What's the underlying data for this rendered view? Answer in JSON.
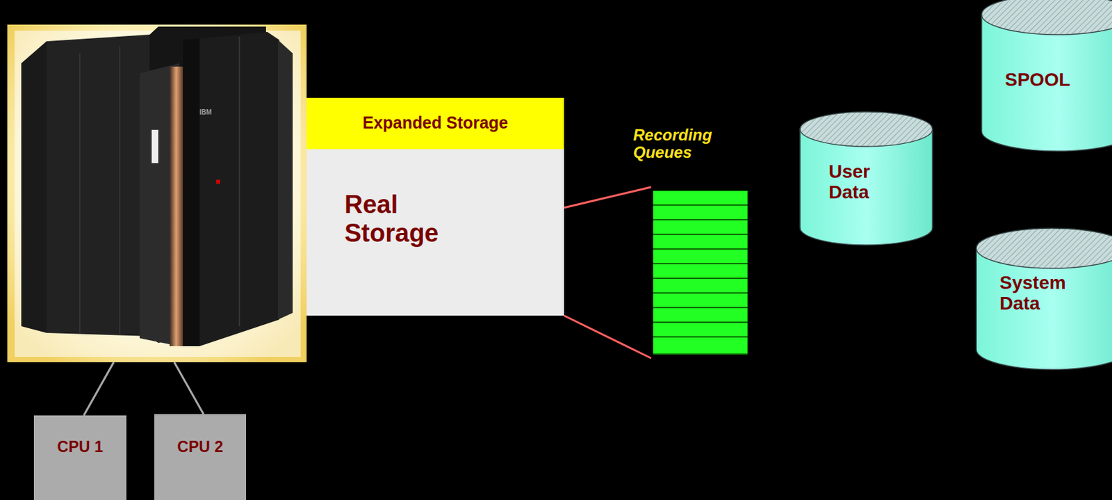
{
  "diagram": {
    "nodes": [
      {
        "text": [
          "Expanded Storage"
        ]
      },
      {
        "text": [
          "Real Storage"
        ]
      },
      {
        "text": [
          "SPOOL"
        ]
      },
      {
        "text": [
          "User Data"
        ]
      },
      {
        "text": [
          "System Data"
        ]
      },
      {
        "text": [
          "CPU 1"
        ]
      },
      {
        "text": [
          "CPU 2"
        ]
      }
    ],
    "labels": [
      "Recording Queues",
      "IBM"
    ]
  }
}
